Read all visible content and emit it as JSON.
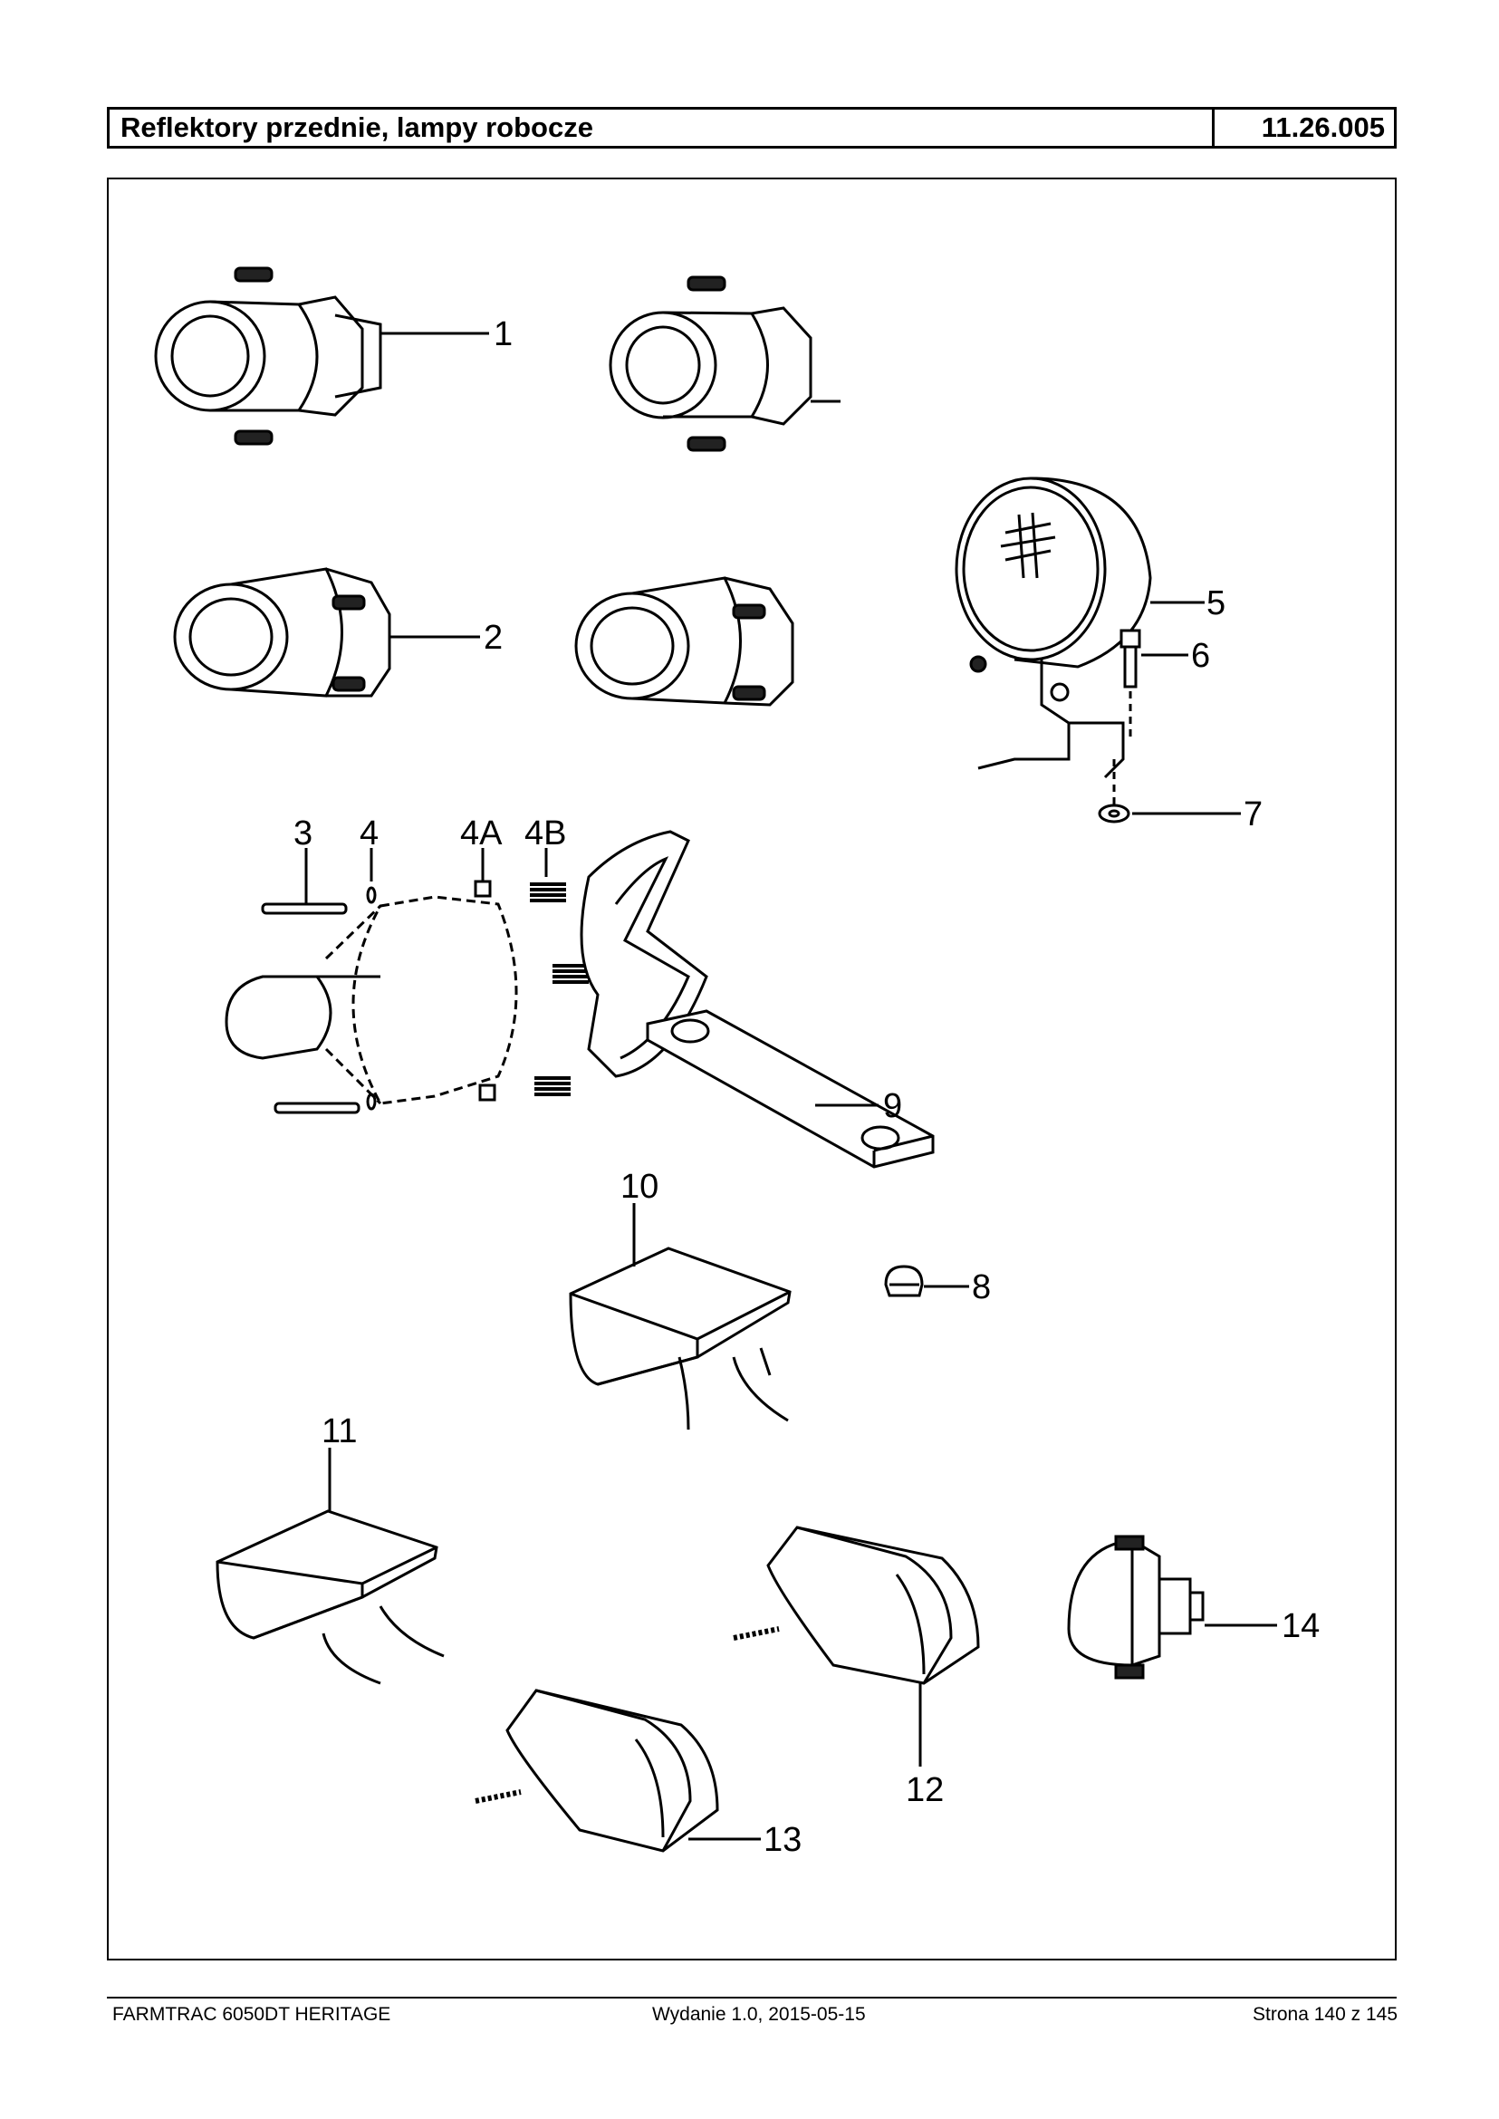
{
  "header": {
    "title": "Reflektory przednie, lampy robocze",
    "code": "11.26.005"
  },
  "callouts": [
    "1",
    "2",
    "3",
    "4",
    "4A",
    "4B",
    "5",
    "6",
    "7",
    "8",
    "9",
    "10",
    "11",
    "12",
    "13",
    "14"
  ],
  "footer": {
    "left": "FARMTRAC 6050DT HERITAGE",
    "center": "Wydanie 1.0,  2015-05-15",
    "right": "Strona 140 z 145"
  }
}
